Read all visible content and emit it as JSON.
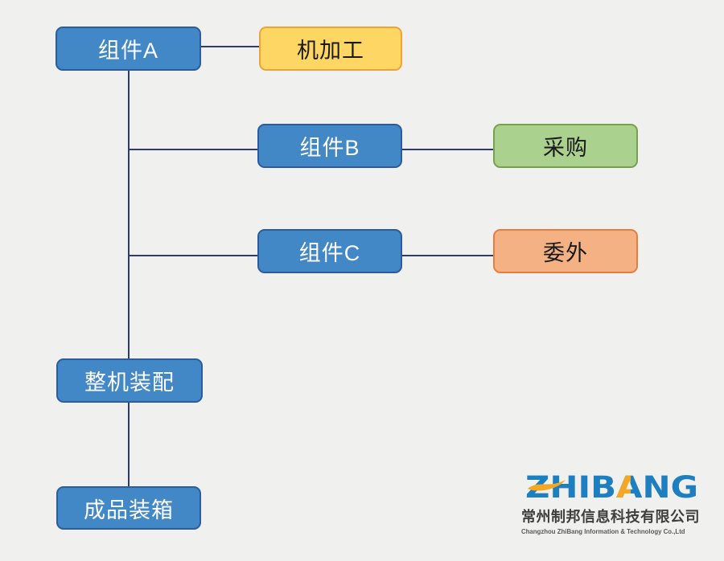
{
  "diagram": {
    "background": "#f0f0ef",
    "connector_color": "#2c3c6e",
    "nodes": [
      {
        "id": "component-a",
        "label": "组件A",
        "fill": "#4287c6",
        "border": "#2e5b9e",
        "text_color": "#ffffff"
      },
      {
        "id": "machining",
        "label": "机加工",
        "fill": "#fdd663",
        "border": "#f0a237",
        "text_color": "#1a1a1a"
      },
      {
        "id": "component-b",
        "label": "组件B",
        "fill": "#4287c6",
        "border": "#2e5b9e",
        "text_color": "#ffffff"
      },
      {
        "id": "purchase",
        "label": "采购",
        "fill": "#abd18e",
        "border": "#76a24c",
        "text_color": "#1a1a1a"
      },
      {
        "id": "component-c",
        "label": "组件C",
        "fill": "#4287c6",
        "border": "#2e5b9e",
        "text_color": "#ffffff"
      },
      {
        "id": "outsourcing",
        "label": "委外",
        "fill": "#f4b183",
        "border": "#e97c3c",
        "text_color": "#1a1a1a"
      },
      {
        "id": "assembly",
        "label": "整机装配",
        "fill": "#4287c6",
        "border": "#2e5b9e",
        "text_color": "#ffffff"
      },
      {
        "id": "packing",
        "label": "成品装箱",
        "fill": "#4287c6",
        "border": "#2e5b9e",
        "text_color": "#ffffff"
      }
    ]
  },
  "footer": {
    "logo_text": "ZHIBANG",
    "logo_blue": "#1e7fc0",
    "logo_orange": "#f5a623",
    "company_name_cn": "常州制邦信息科技有限公司",
    "company_name_en": "Changzhou ZhiBang Information & Technology Co.,Ltd"
  }
}
